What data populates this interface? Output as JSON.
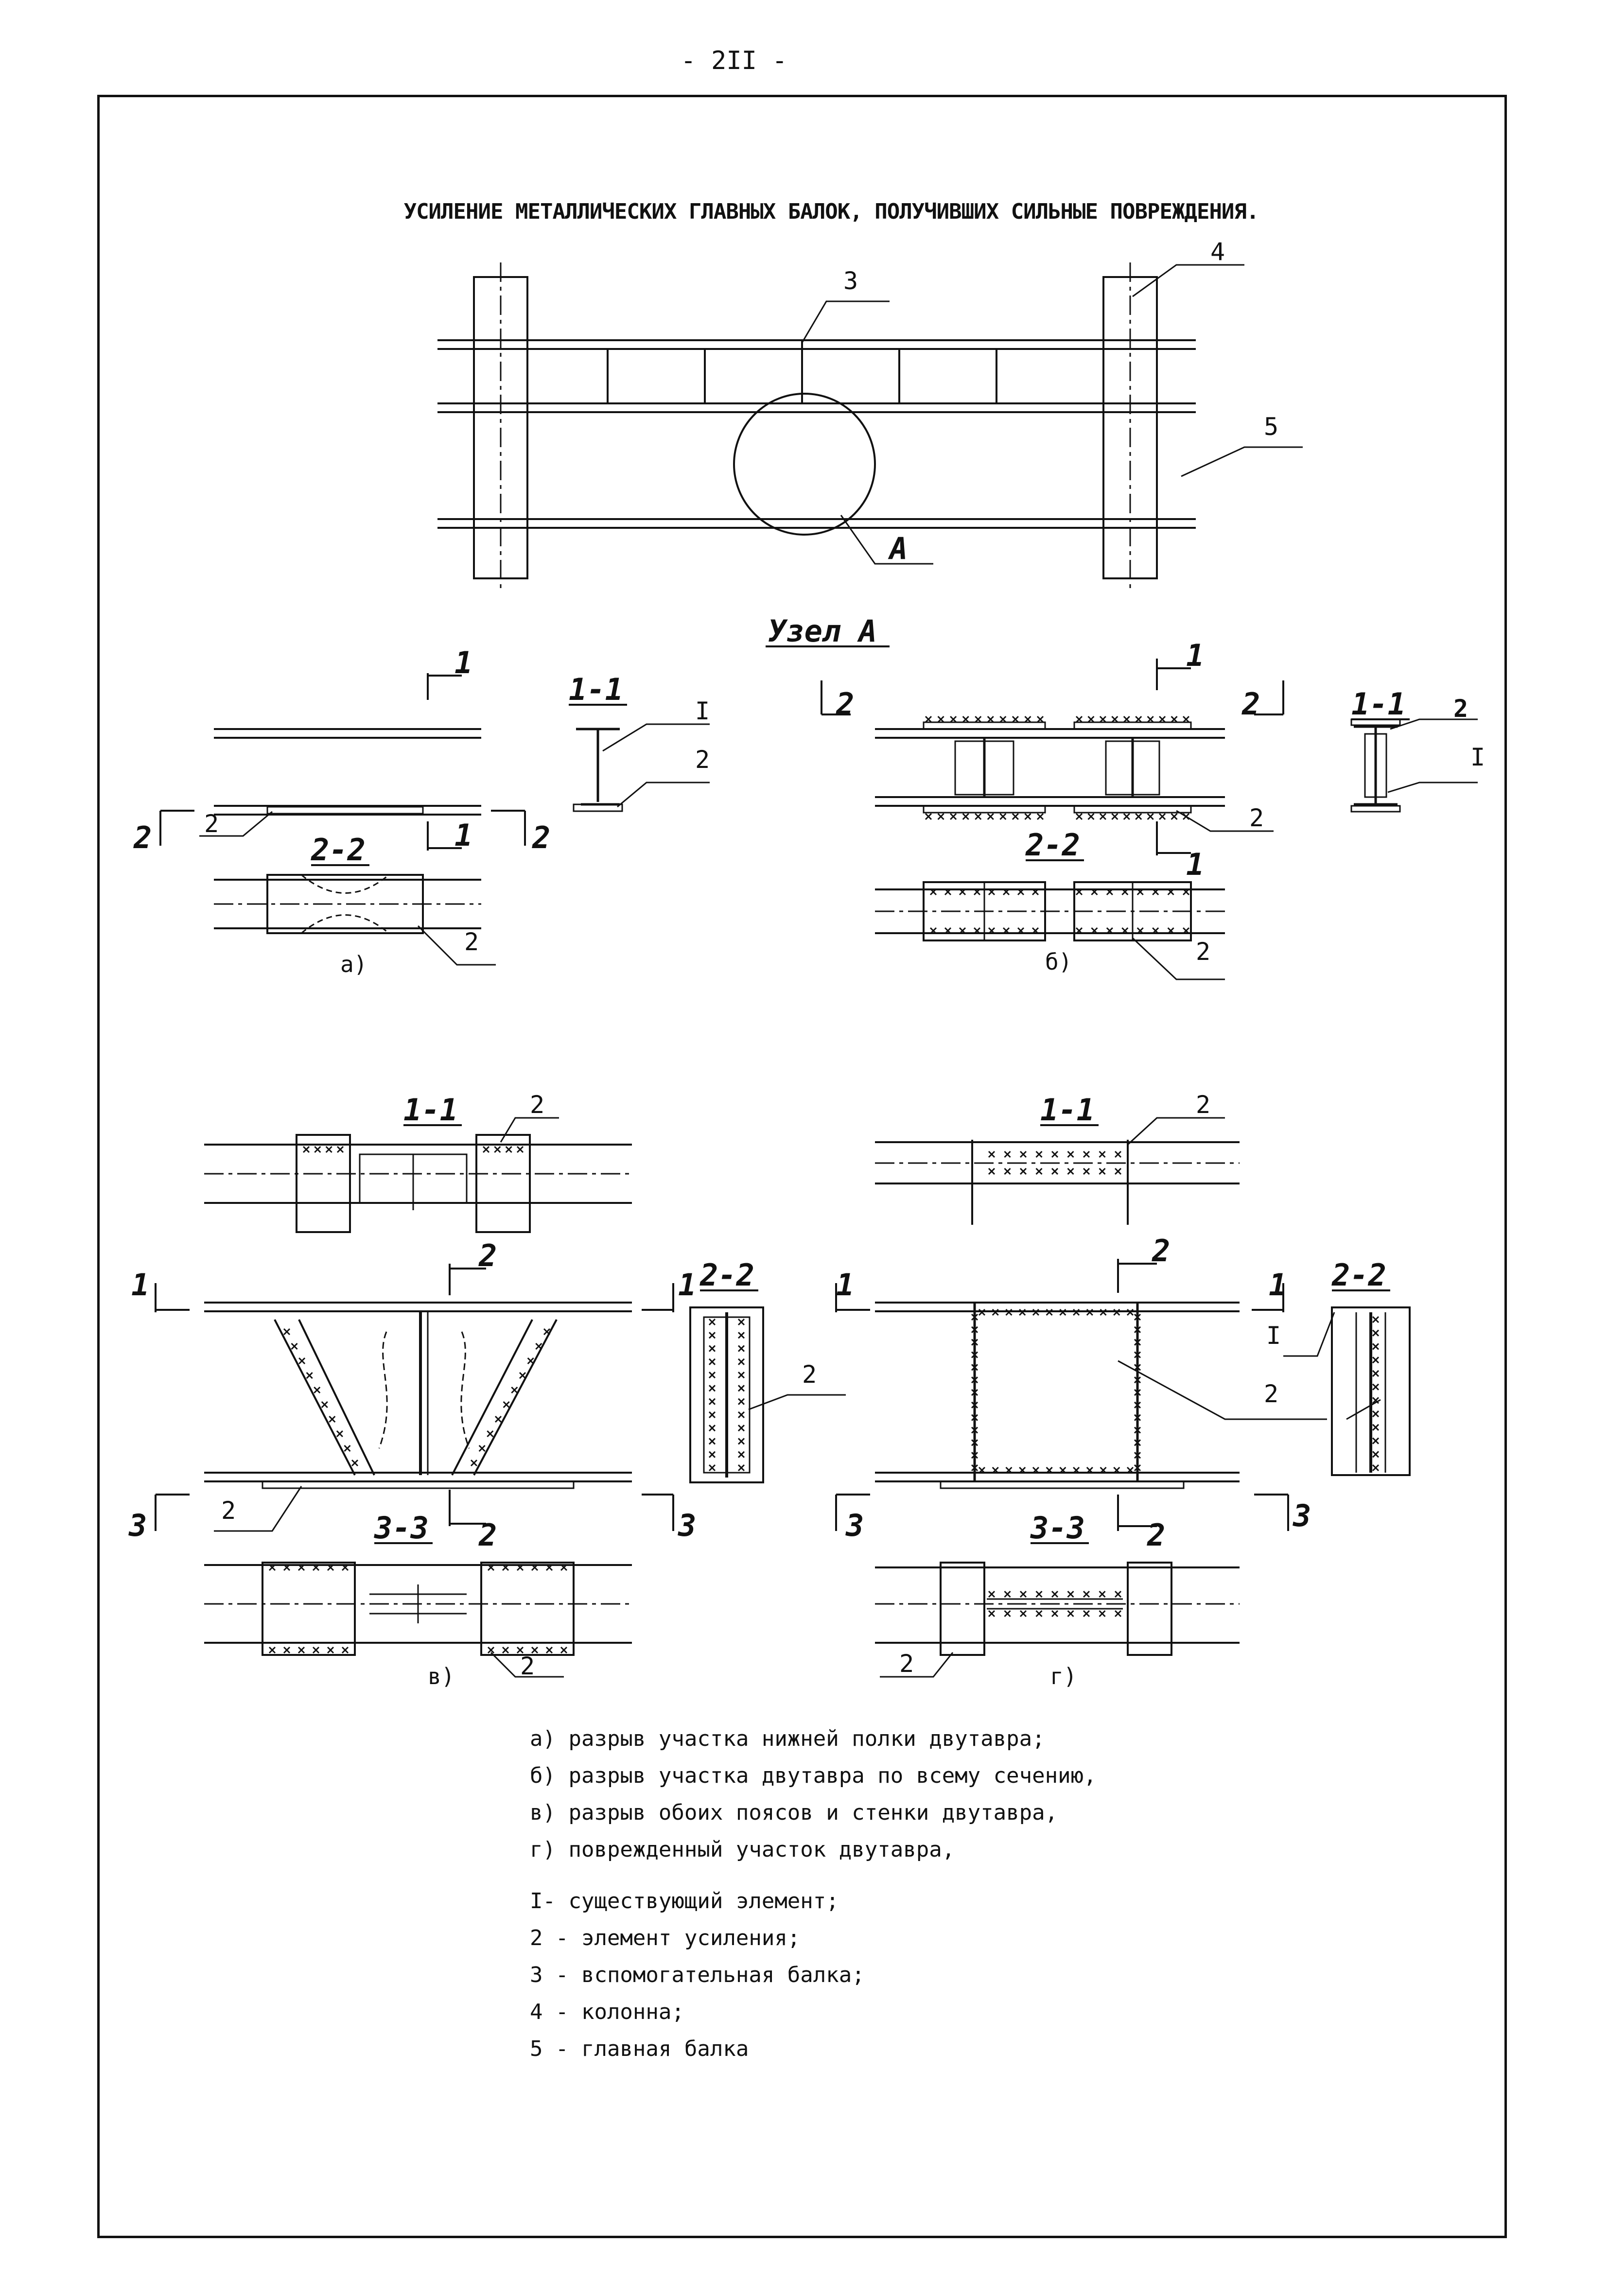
{
  "page_number": "- 2II -",
  "title": "УСИЛЕНИЕ МЕТАЛЛИЧЕСКИХ ГЛАВНЫХ БАЛОК, ПОЛУЧИВШИХ СИЛЬНЫЕ ПОВРЕЖДЕНИЯ.",
  "overview": {
    "callouts": {
      "aux_beam": "3",
      "column": "4",
      "main_beam": "5",
      "node": "А"
    }
  },
  "node_title": "Узел А",
  "panels": {
    "a": {
      "caption": "а)",
      "section_marker": "1",
      "section_marker_2": "2",
      "section_1": "1-1",
      "section_2": "2-2",
      "label_existing": "I",
      "label_reinf": "2"
    },
    "b": {
      "caption": "б)",
      "section_marker": "1",
      "section_marker_2": "2",
      "section_1": "1-1",
      "section_2": "2-2",
      "label_existing": "I",
      "label_reinf": "2"
    },
    "c": {
      "caption": "в)",
      "section_marker": "1",
      "section_marker_2": "2",
      "section_marker_3": "3",
      "section_1": "1-1",
      "section_2": "2-2",
      "section_3": "3-3",
      "label_reinf": "2"
    },
    "d": {
      "caption": "г)",
      "section_marker": "1",
      "section_marker_2": "2",
      "section_marker_3": "3",
      "section_1": "1-1",
      "section_2": "2-2",
      "section_3": "3-3",
      "label_existing": "I",
      "label_reinf": "2"
    }
  },
  "legend": {
    "cases": [
      "а) разрыв  участка нижней полки  двутавра;",
      "б) разрыв  участка двутавра по всему сечению,",
      "в) разрыв обоих поясов и стенки двутавра,",
      "г) поврежденный участок двутавра,"
    ],
    "elements": [
      "I- существующий элемент;",
      "2 - элемент усиления;",
      "3 - вспомогательная балка;",
      "4 - колонна;",
      "5 - главная балка"
    ]
  }
}
